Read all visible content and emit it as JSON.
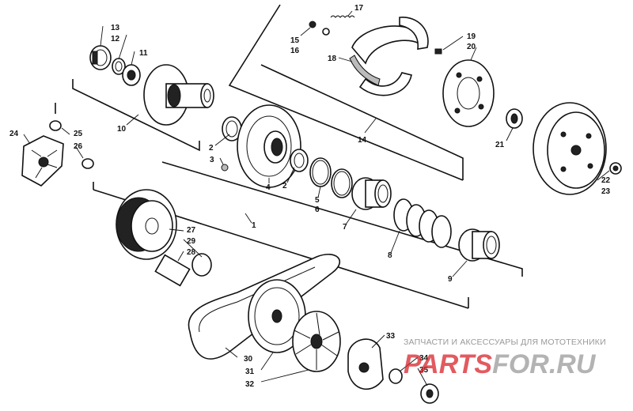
{
  "callouts": [
    {
      "id": "c1",
      "text": "1"
    },
    {
      "id": "c2a",
      "text": "2"
    },
    {
      "id": "c2b",
      "text": "2"
    },
    {
      "id": "c3",
      "text": "3"
    },
    {
      "id": "c4",
      "text": "4"
    },
    {
      "id": "c5",
      "text": "5"
    },
    {
      "id": "c6",
      "text": "6"
    },
    {
      "id": "c7",
      "text": "7"
    },
    {
      "id": "c8",
      "text": "8"
    },
    {
      "id": "c9",
      "text": "9"
    },
    {
      "id": "c10",
      "text": "10"
    },
    {
      "id": "c11",
      "text": "11"
    },
    {
      "id": "c12",
      "text": "12"
    },
    {
      "id": "c13",
      "text": "13"
    },
    {
      "id": "c14",
      "text": "14"
    },
    {
      "id": "c15",
      "text": "15"
    },
    {
      "id": "c16",
      "text": "16"
    },
    {
      "id": "c17",
      "text": "17"
    },
    {
      "id": "c18",
      "text": "18"
    },
    {
      "id": "c19",
      "text": "19"
    },
    {
      "id": "c20",
      "text": "20"
    },
    {
      "id": "c21",
      "text": "21"
    },
    {
      "id": "c22",
      "text": "22"
    },
    {
      "id": "c23",
      "text": "23"
    },
    {
      "id": "c24",
      "text": "24"
    },
    {
      "id": "c25",
      "text": "25"
    },
    {
      "id": "c26",
      "text": "26"
    },
    {
      "id": "c27",
      "text": "27"
    },
    {
      "id": "c28",
      "text": "28"
    },
    {
      "id": "c29",
      "text": "29"
    },
    {
      "id": "c30",
      "text": "30"
    },
    {
      "id": "c31",
      "text": "31"
    },
    {
      "id": "c32",
      "text": "32"
    },
    {
      "id": "c33",
      "text": "33"
    },
    {
      "id": "c34",
      "text": "34"
    },
    {
      "id": "c35",
      "text": "35"
    }
  ],
  "watermark": {
    "tagline": "ЗАПЧАСТИ И АКСЕССУАРЫ ДЛЯ МОТОТЕХНИКИ",
    "logo_part1": "PARTS",
    "logo_part2": "FOR.RU"
  },
  "colors": {
    "ink": "#111111",
    "logo_red": "#d9232a",
    "logo_gray": "#9a9a9a"
  }
}
